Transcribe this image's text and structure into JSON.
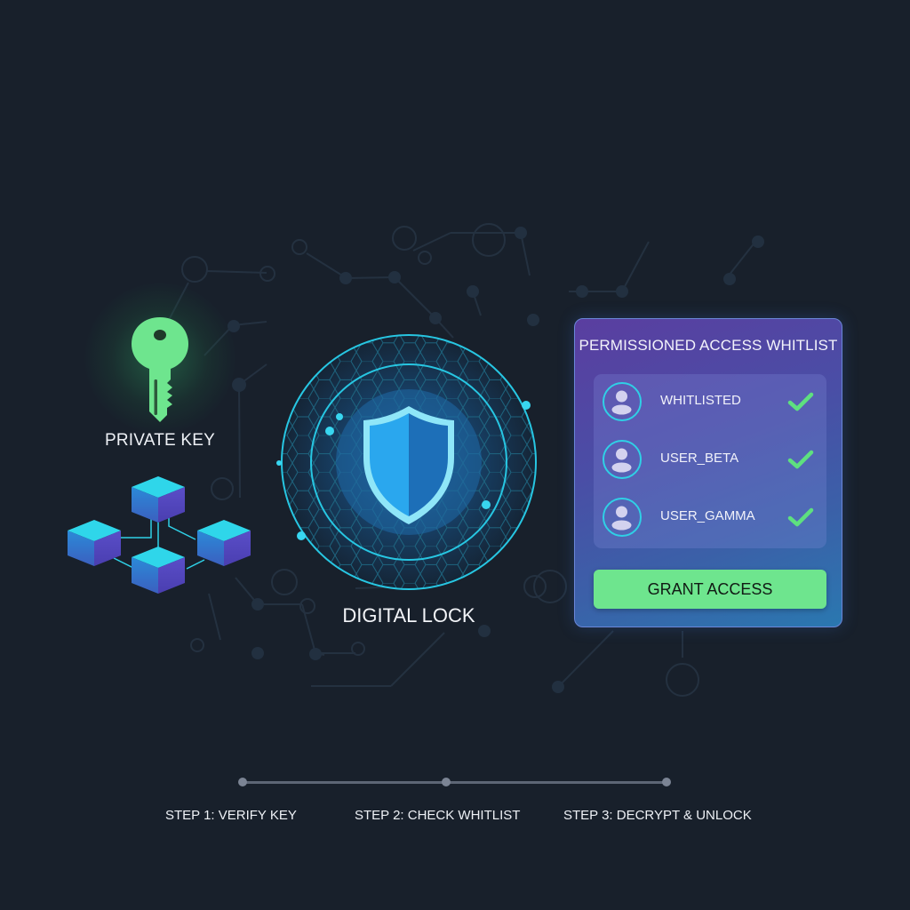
{
  "colors": {
    "background": "#18202b",
    "key_green": "#6ee58e",
    "cyan_accent": "#2fd0e6",
    "shield_light": "#2aa7ee",
    "shield_dark": "#1d6fb8",
    "panel_top": "#5a3ea0",
    "panel_bottom": "#2a78b0",
    "button_green": "#6ee58e",
    "check_green": "#5ee07f"
  },
  "private_key": {
    "icon": "key-icon",
    "label": "PRIVATE KEY"
  },
  "blockchain": {
    "icon": "blockchain-network-icon",
    "nodes": 4
  },
  "digital_lock": {
    "icon": "shield-icon",
    "label": "DIGITAL LOCK"
  },
  "whitelist_panel": {
    "title": "PERMISSIONED ACCESS WHITLIST",
    "users": [
      {
        "name": "WHITLISTED",
        "icon": "user-avatar-icon",
        "status_icon": "check-icon"
      },
      {
        "name": "USER_BETA",
        "icon": "user-avatar-icon",
        "status_icon": "check-icon"
      },
      {
        "name": "USER_GAMMA",
        "icon": "user-avatar-icon",
        "status_icon": "check-icon"
      }
    ],
    "grant_button": "GRANT ACCESS"
  },
  "steps": [
    {
      "label": "STEP 1: VERIFY KEY"
    },
    {
      "label": "STEP 2: CHECK WHITLIST"
    },
    {
      "label": "STEP 3: DECRYPT & UNLOCK"
    }
  ]
}
